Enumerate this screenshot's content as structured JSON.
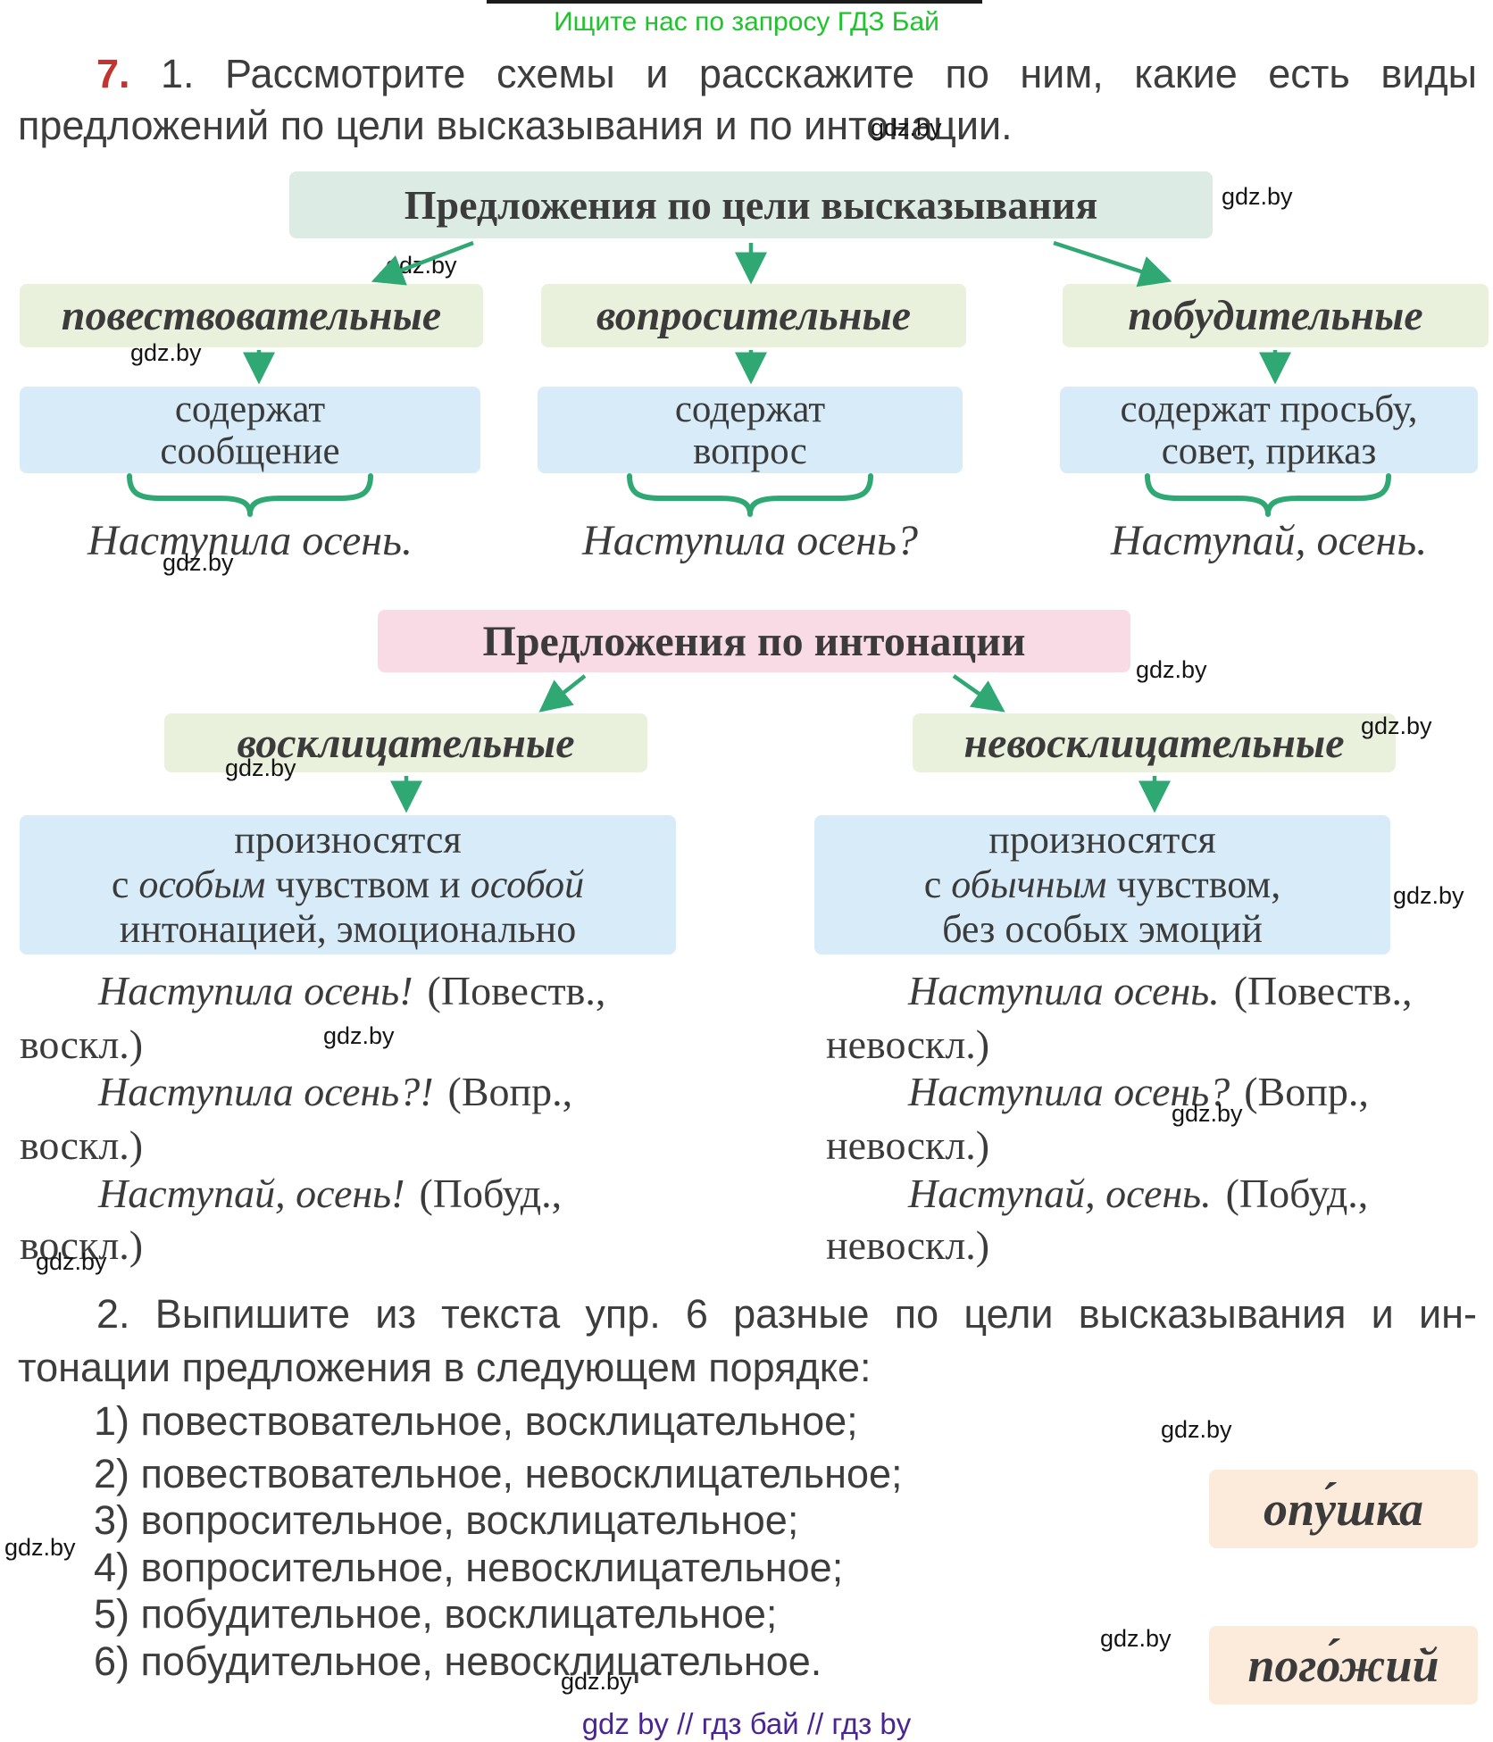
{
  "promo": "Ищите нас по запросу ГДЗ Бай",
  "watermark": "gdz.by",
  "exercise": {
    "number": "7.",
    "part1_label": "1.",
    "part1_line1": "Рассмотрите схемы и расскажите по ним, какие есть виды",
    "part1_line2": "предложений по цели высказывания и по интонации."
  },
  "diagram_goal": {
    "title": "Предложения по цели высказывания",
    "branches": [
      {
        "label": "повествовательные",
        "desc_line1": "содержат",
        "desc_line2": "сообщение",
        "example": "Наступила осень."
      },
      {
        "label": "вопросительные",
        "desc_line1": "содержат",
        "desc_line2": "вопрос",
        "example": "Наступила осень?"
      },
      {
        "label": "побудительные",
        "desc_line1": "содержат просьбу,",
        "desc_line2": "совет, приказ",
        "example": "Наступай, осень."
      }
    ]
  },
  "diagram_intonation": {
    "title": "Предложения по интонации",
    "branches": [
      {
        "label": "восклицательные",
        "desc": {
          "l1": "произносятся",
          "l2_pre": "с ",
          "l2_it1": "особым",
          "l2_mid": " чувством и ",
          "l2_it2": "особой",
          "l3": "интонацией, эмоционально"
        },
        "examples": [
          {
            "sentence": "Наступила осень!",
            "tag": "(Повеств.,",
            "cont": "воскл.)"
          },
          {
            "sentence": "Наступила осень?!",
            "tag": "(Вопр.,",
            "cont": "воскл.)"
          },
          {
            "sentence": "Наступай, осень!",
            "tag": "(Побуд.,",
            "cont": "воскл.)"
          }
        ]
      },
      {
        "label": "невосклицательные",
        "desc": {
          "l1": "произносятся",
          "l2_pre": "с ",
          "l2_it1": "обычным",
          "l2_mid": " чувством,",
          "l3": "без особых эмоций"
        },
        "examples": [
          {
            "sentence": "Наступила осень.",
            "tag": "(Повеств.,",
            "cont": "невоскл.)"
          },
          {
            "sentence": "Наступила осень?",
            "tag": "(Вопр.,",
            "cont": "невоскл.)"
          },
          {
            "sentence": "Наступай, осень.",
            "tag": "(Побуд.,",
            "cont": "невоскл.)"
          }
        ]
      }
    ]
  },
  "part2": {
    "label": "2.",
    "line1": "Выпишите из текста упр. 6 разные по цели высказывания и ин-",
    "line2": "тонации предложения в следующем порядке:",
    "items": [
      "1) повествовательное, восклицательное;",
      "2) повествовательное, невосклицательное;",
      "3) вопросительное, восклицательное;",
      "4) вопросительное, невосклицательное;",
      "5) побудительное, восклицательное;",
      "6) побудительное, невосклицательное."
    ]
  },
  "vocabulary": [
    {
      "word": "опу́шка"
    },
    {
      "word": "пого́жий"
    }
  ],
  "footer": {
    "text": "gdz by  //  гдз бай  //  гдз by"
  },
  "colors": {
    "promo_green": "#1fc42d",
    "accent_red": "#c23430",
    "arrow_green": "#2fa874",
    "box_mint": "#dcebe3",
    "box_lightgreen": "#e9f1dd",
    "box_blue": "#d7ecf8",
    "box_pink": "#f9dbe5",
    "box_peach": "#fcebdb",
    "footer_purple": "#4a2592",
    "text_dark": "#3d3d3d"
  }
}
